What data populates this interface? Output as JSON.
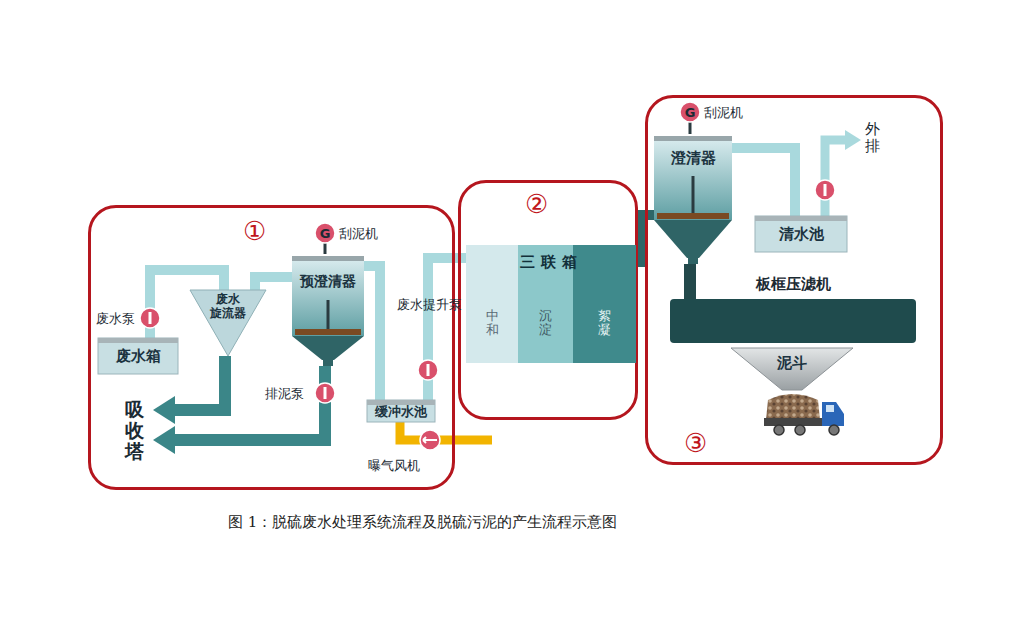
{
  "diagram": {
    "caption": "图 1：脱硫废水处理系统流程及脱硫污泥的产生流程示意图",
    "nodes": [
      {
        "text": [
          "①"
        ]
      },
      {
        "text": [
          "废水箱"
        ],
        "in": 0
      },
      {
        "text": [
          "废水 旋流器"
        ],
        "in": 0
      },
      {
        "text": [
          "预澄清器"
        ],
        "in": 0
      },
      {
        "text": [
          "缓冲水池"
        ],
        "in": 0
      },
      {
        "text": [
          "吸收塔"
        ],
        "in": 0
      },
      {
        "text": [
          "②"
        ]
      },
      {
        "text": [
          "三联箱"
        ],
        "in": 6
      },
      {
        "text": [
          "中和"
        ],
        "in": 7
      },
      {
        "text": [
          "沉淀"
        ],
        "in": 7
      },
      {
        "text": [
          "絮凝"
        ],
        "in": 7
      },
      {
        "text": [
          "③"
        ]
      },
      {
        "text": [
          "澄清器"
        ],
        "in": 11
      },
      {
        "text": [
          "外排"
        ],
        "in": 11
      },
      {
        "text": [
          "清水池"
        ],
        "in": 11
      },
      {
        "text": [
          "板框压滤机"
        ],
        "in": 11
      },
      {
        "text": [
          "泥斗"
        ],
        "in": 11
      }
    ],
    "edges": [
      {
        "from": 1,
        "to": 2,
        "arrow": "none"
      },
      {
        "from": 2,
        "to": 3,
        "arrow": "none"
      },
      {
        "from": 2,
        "to": 5,
        "arrow": "to"
      },
      {
        "from": 3,
        "to": 5,
        "arrow": "to"
      },
      {
        "from": 3,
        "to": 4,
        "arrow": "none"
      },
      {
        "from": 4,
        "to": 7,
        "arrow": "none"
      },
      {
        "from": 7,
        "to": 12,
        "arrow": "none"
      },
      {
        "from": 12,
        "to": 14,
        "arrow": "none"
      },
      {
        "from": 14,
        "to": 13,
        "arrow": "to"
      },
      {
        "from": 12,
        "to": 15,
        "arrow": "none"
      }
    ],
    "labels": [
      "废水泵",
      "排泥泵",
      "废水提升泵",
      "G",
      "刮泥机",
      "曝气风机",
      "G",
      "刮泥机"
    ]
  }
}
